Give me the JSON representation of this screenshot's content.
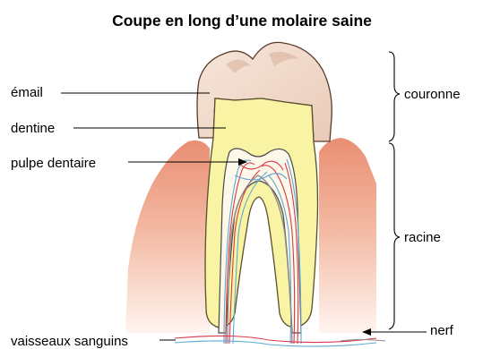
{
  "title": "Coupe en long d’une molaire saine",
  "labels": {
    "email": "émail",
    "dentine": "dentine",
    "pulpe": "pulpe dentaire",
    "vaisseaux": "vaisseaux sanguins",
    "couronne": "couronne",
    "racine": "racine",
    "nerf": "nerf"
  },
  "colors": {
    "enamel": "#f3e2d6",
    "dentine": "#f9f3a4",
    "pulp": "#fdf8e9",
    "gum": "#eea88f",
    "vessel_red": "#d9384a",
    "vessel_blue": "#5fa9d3",
    "nerve": "#9a9a9a"
  }
}
